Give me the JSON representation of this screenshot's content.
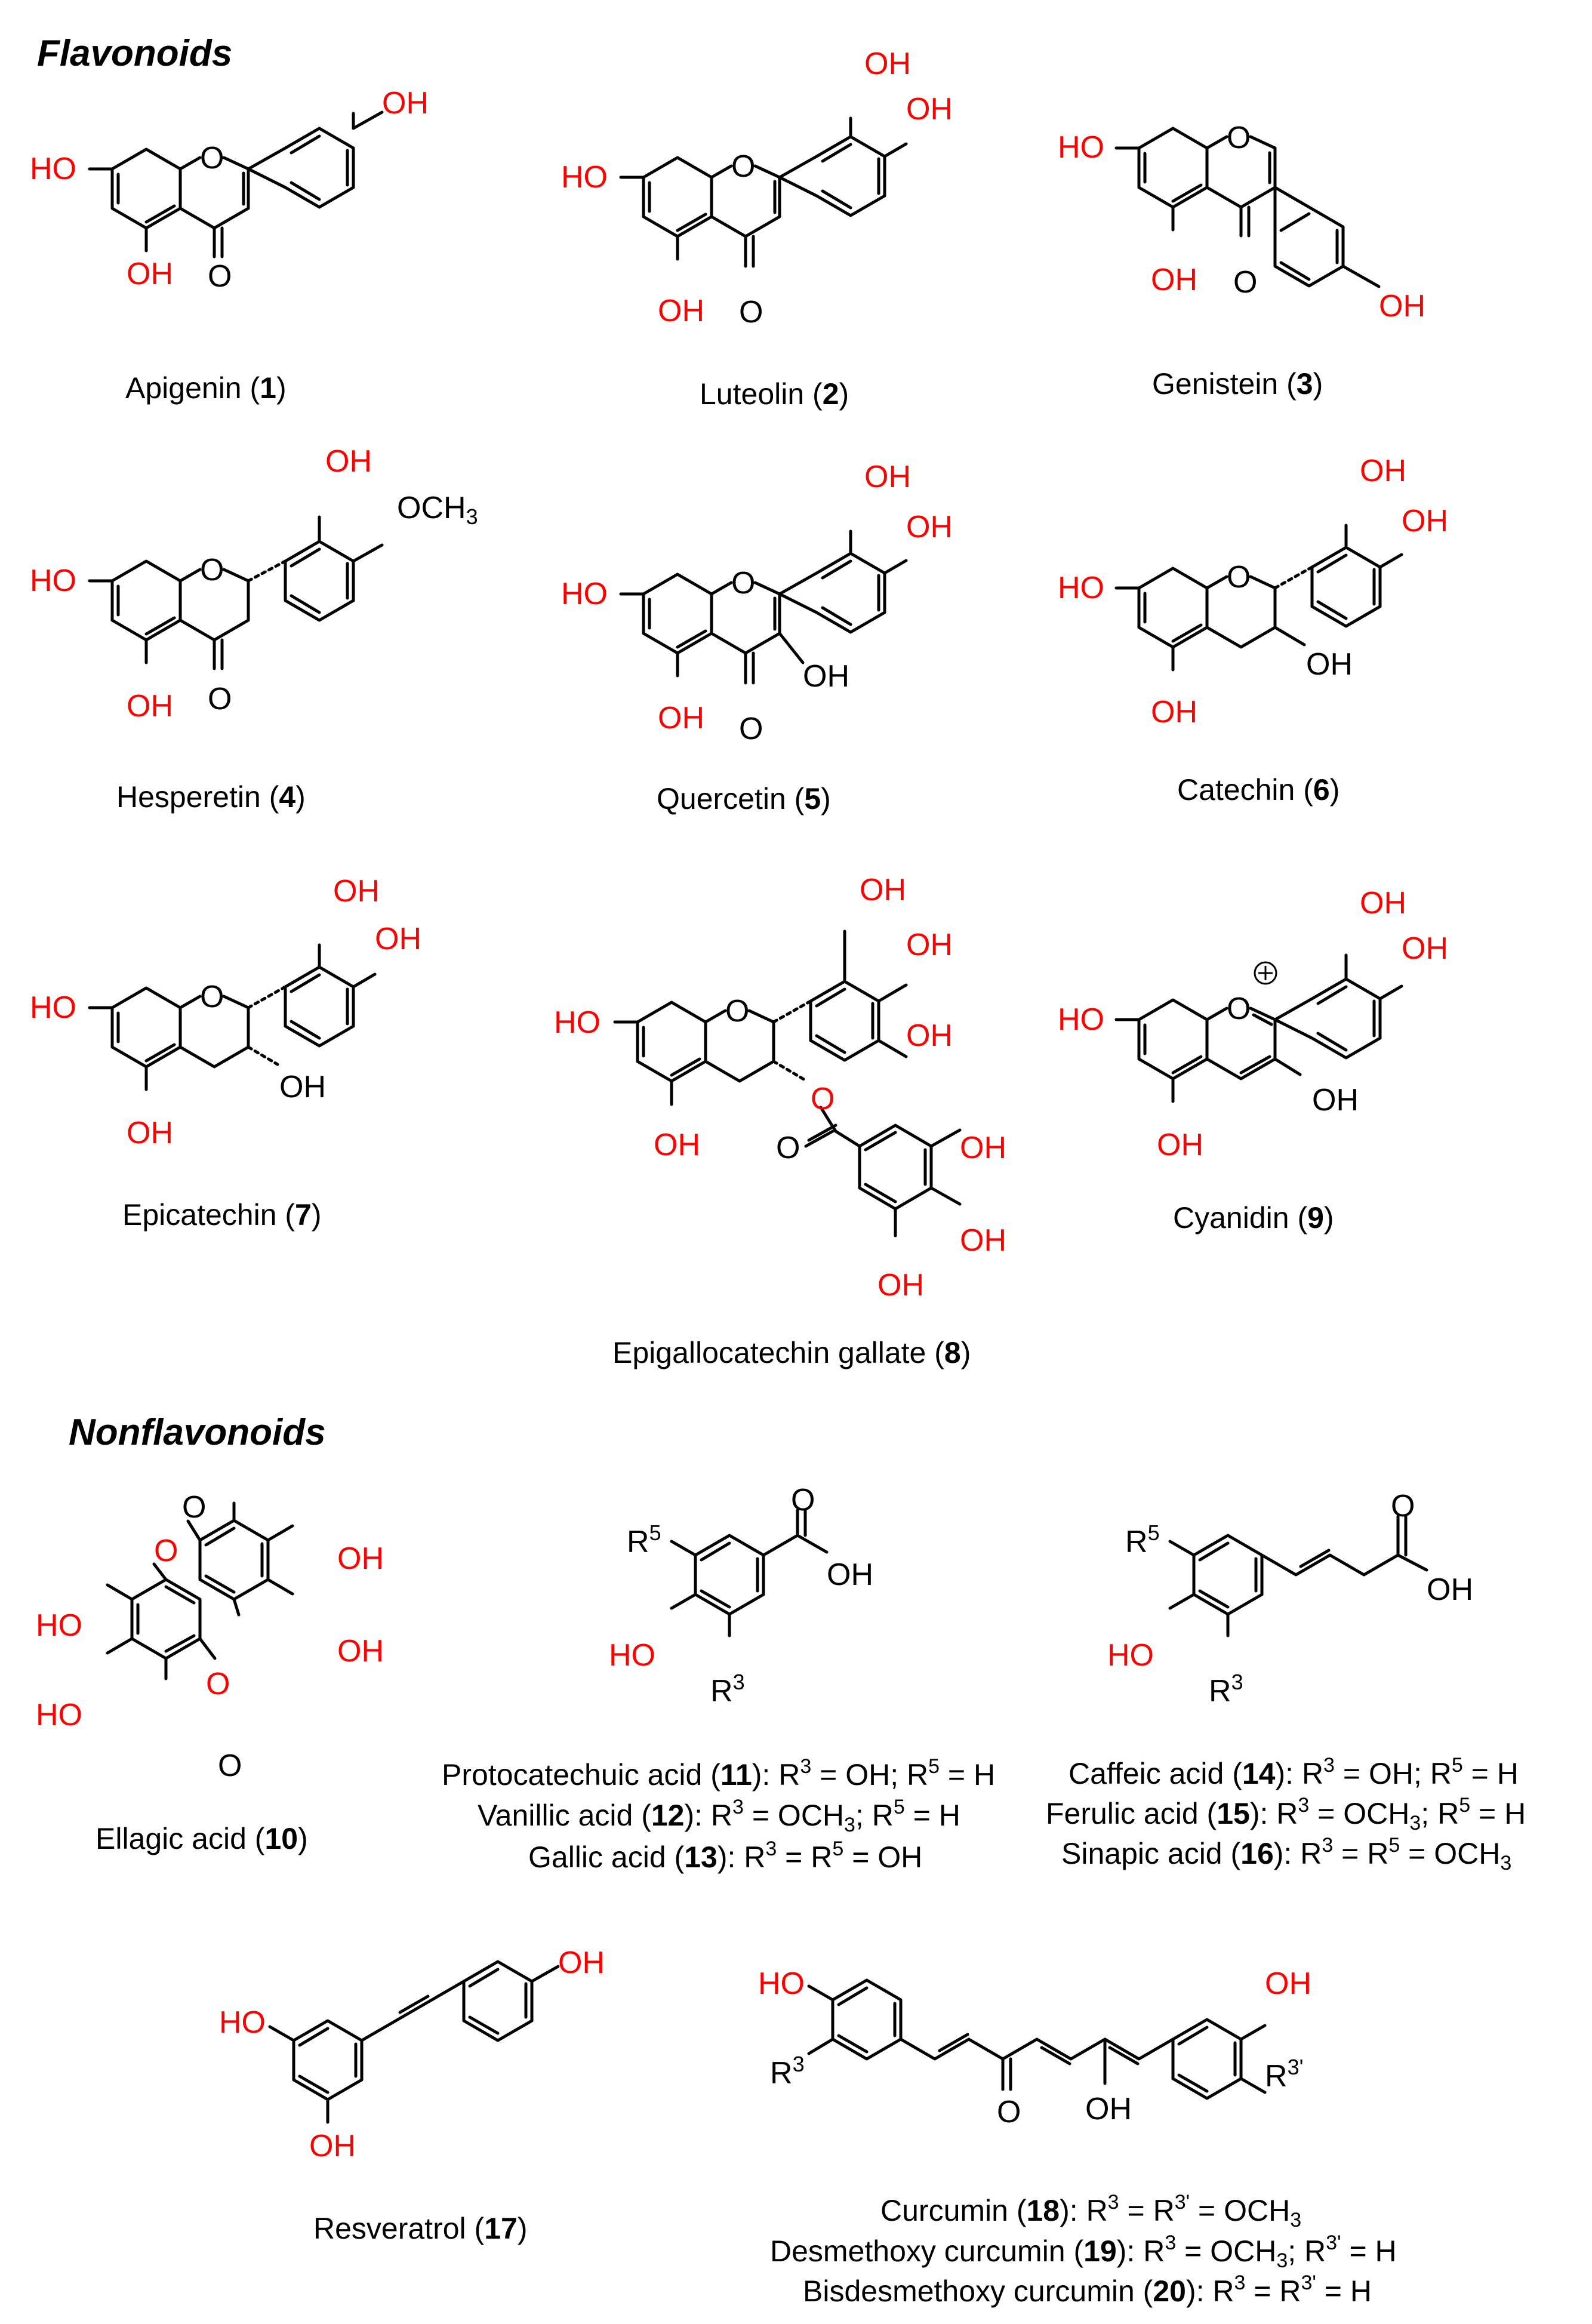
{
  "sections": {
    "flavonoids": "Flavonoids",
    "nonflavonoids": "Nonflavonoids"
  },
  "atoms": {
    "OH": "OH",
    "HO": "HO",
    "O": "O",
    "OCH3": "OCH",
    "three": "3",
    "R": "R",
    "sup3": "3",
    "sup5": "5",
    "sup3p": "3'",
    "plus": "+"
  },
  "compounds": [
    {
      "name": "Apigenin",
      "number": "1"
    },
    {
      "name": "Luteolin",
      "number": "2"
    },
    {
      "name": "Genistein",
      "number": "3"
    },
    {
      "name": "Hesperetin",
      "number": "4"
    },
    {
      "name": "Quercetin",
      "number": "5"
    },
    {
      "name": "Catechin",
      "number": "6"
    },
    {
      "name": "Epicatechin",
      "number": "7"
    },
    {
      "name": "Epigallocatechin gallate",
      "number": "8"
    },
    {
      "name": "Cyanidin",
      "number": "9"
    },
    {
      "name": "Ellagic acid",
      "number": "10"
    },
    {
      "name": "Protocatechuic acid",
      "number": "11"
    },
    {
      "name": "Vanillic acid",
      "number": "12"
    },
    {
      "name": "Gallic acid",
      "number": "13"
    },
    {
      "name": "Caffeic acid",
      "number": "14"
    },
    {
      "name": "Ferulic acid",
      "number": "15"
    },
    {
      "name": "Sinapic acid",
      "number": "16"
    },
    {
      "name": "Resveratrol",
      "number": "17"
    },
    {
      "name": "Curcumin",
      "number": "18"
    },
    {
      "name": "Desmethoxy curcumin",
      "number": "19"
    },
    {
      "name": "Bisdesmethoxy curcumin",
      "number": "20"
    }
  ],
  "definitions": {
    "c11": {
      "a": "R",
      "b": "3",
      "c": " = OH; R",
      "d": "5",
      "e": " = H"
    },
    "c12": {
      "a": "R",
      "b": "3",
      "c": " = OCH",
      "d": "3",
      "e": "; R",
      "f": "5",
      "g": " = H"
    },
    "c13": {
      "a": "R",
      "b": "3",
      "c": " = R",
      "d": "5",
      "e": " = OH"
    },
    "c14": {
      "a": "R",
      "b": "3",
      "c": " = OH; R",
      "d": "5",
      "e": " = H"
    },
    "c15": {
      "a": "R",
      "b": "3",
      "c": " = OCH",
      "d": "3",
      "e": "; R",
      "f": "5",
      "g": " = H"
    },
    "c16": {
      "a": "R",
      "b": "3",
      "c": " = R",
      "d": "5",
      "e": " = OCH",
      "f": "3"
    },
    "c18": {
      "a": "R",
      "b": "3",
      "c": " = R",
      "d": "3'",
      "e": " = OCH",
      "f": "3"
    },
    "c19": {
      "a": "R",
      "b": "3",
      "c": " = OCH",
      "d": "3",
      "e": "; R",
      "f": "3'",
      "g": " = H"
    },
    "c20": {
      "a": "R",
      "b": "3",
      "c": " = R",
      "d": "3'",
      "e": " = H"
    }
  }
}
